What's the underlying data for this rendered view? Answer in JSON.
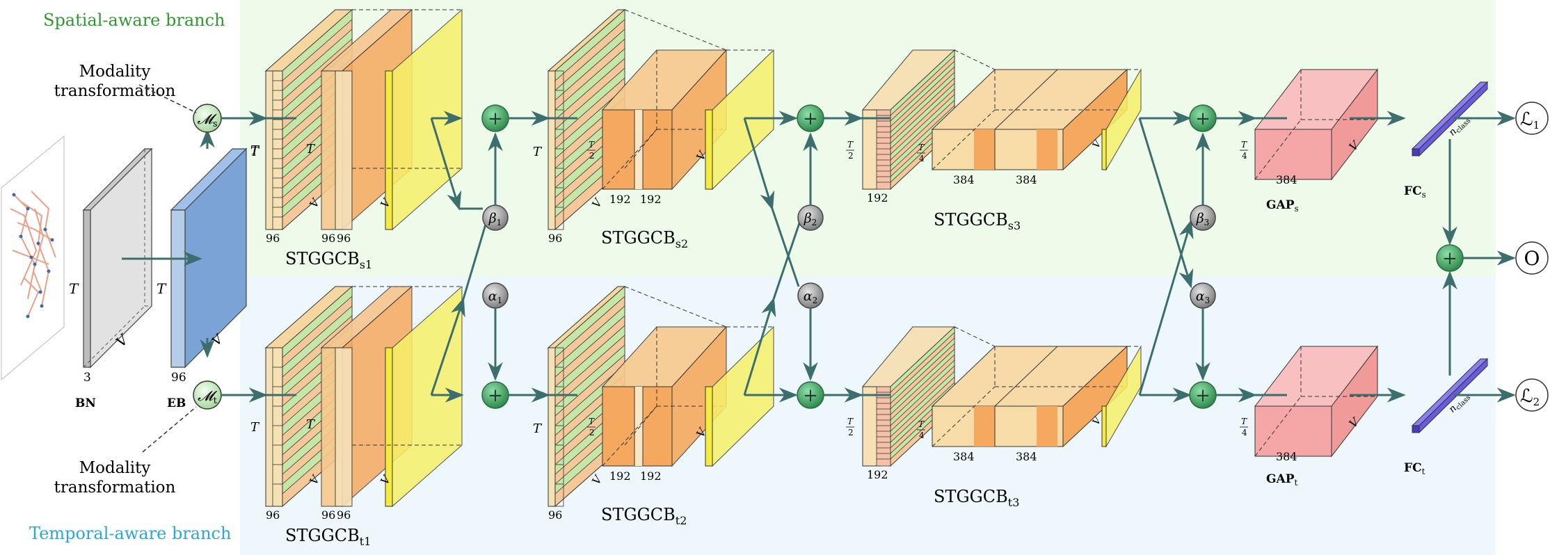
{
  "branches": {
    "spatial_title": "Spatial-aware branch",
    "temporal_title": "Temporal-aware branch",
    "spatial_color": "#2e9a2e",
    "temporal_color": "#2aa7d8",
    "spatial_bg": "#effbea",
    "temporal_bg": "#eef8fc"
  },
  "modality": {
    "label_line1": "Modality",
    "label_line2": "transformation",
    "node_s": "𝓜",
    "node_s_sub": "s",
    "node_t": "𝓜",
    "node_t_sub": "t"
  },
  "input": {
    "bn_label": "BN",
    "eb_label": "EB",
    "bn_channels": "3",
    "eb_channels": "96",
    "dim_t": "T",
    "dim_v": "V"
  },
  "blocks": {
    "s1_name": "STGGCB",
    "s1_sub": "s1",
    "t1_name": "STGGCB",
    "t1_sub": "t1",
    "s2_name": "STGGCB",
    "s2_sub": "s2",
    "t2_name": "STGGCB",
    "t2_sub": "t2",
    "s3_name": "STGGCB",
    "s3_sub": "s3",
    "t3_name": "STGGCB",
    "t3_sub": "t3",
    "ch_96": "96",
    "ch_192": "192",
    "ch_384": "384",
    "dim_t": "T",
    "dim_t2_num": "T",
    "dim_t2_den": "2",
    "dim_t4_num": "T",
    "dim_t4_den": "4",
    "dim_v": "V"
  },
  "fusion": {
    "beta1": "β",
    "beta1_sub": "1",
    "beta2": "β",
    "beta2_sub": "2",
    "beta3": "β",
    "beta3_sub": "3",
    "alpha1": "α",
    "alpha1_sub": "1",
    "alpha2": "α",
    "alpha2_sub": "2",
    "alpha3": "α",
    "alpha3_sub": "3",
    "plus": "+"
  },
  "heads": {
    "gap_s": "GAP",
    "gap_s_sub": "s",
    "gap_t": "GAP",
    "gap_t_sub": "t",
    "fc_s": "FC",
    "fc_s_sub": "s",
    "fc_t": "FC",
    "fc_t_sub": "t",
    "ch_384": "384",
    "n_class": "n",
    "n_class_sub": "class",
    "loss1": "ℒ",
    "loss1_sub": "1",
    "loss2": "ℒ",
    "loss2_sub": "2",
    "output": "O"
  },
  "colors": {
    "arrow": "#3c6e6e",
    "plus_node": "#3fa060",
    "gray_node": "#9a9a9a",
    "yellow": "#f7f06a",
    "orange": "#f5b06a",
    "light_orange": "#f8d9a8",
    "pink": "#f5a6a6",
    "blue": "#7ba3d6",
    "gray_slab": "#dcdcdc",
    "purple": "#6a5ae0"
  }
}
